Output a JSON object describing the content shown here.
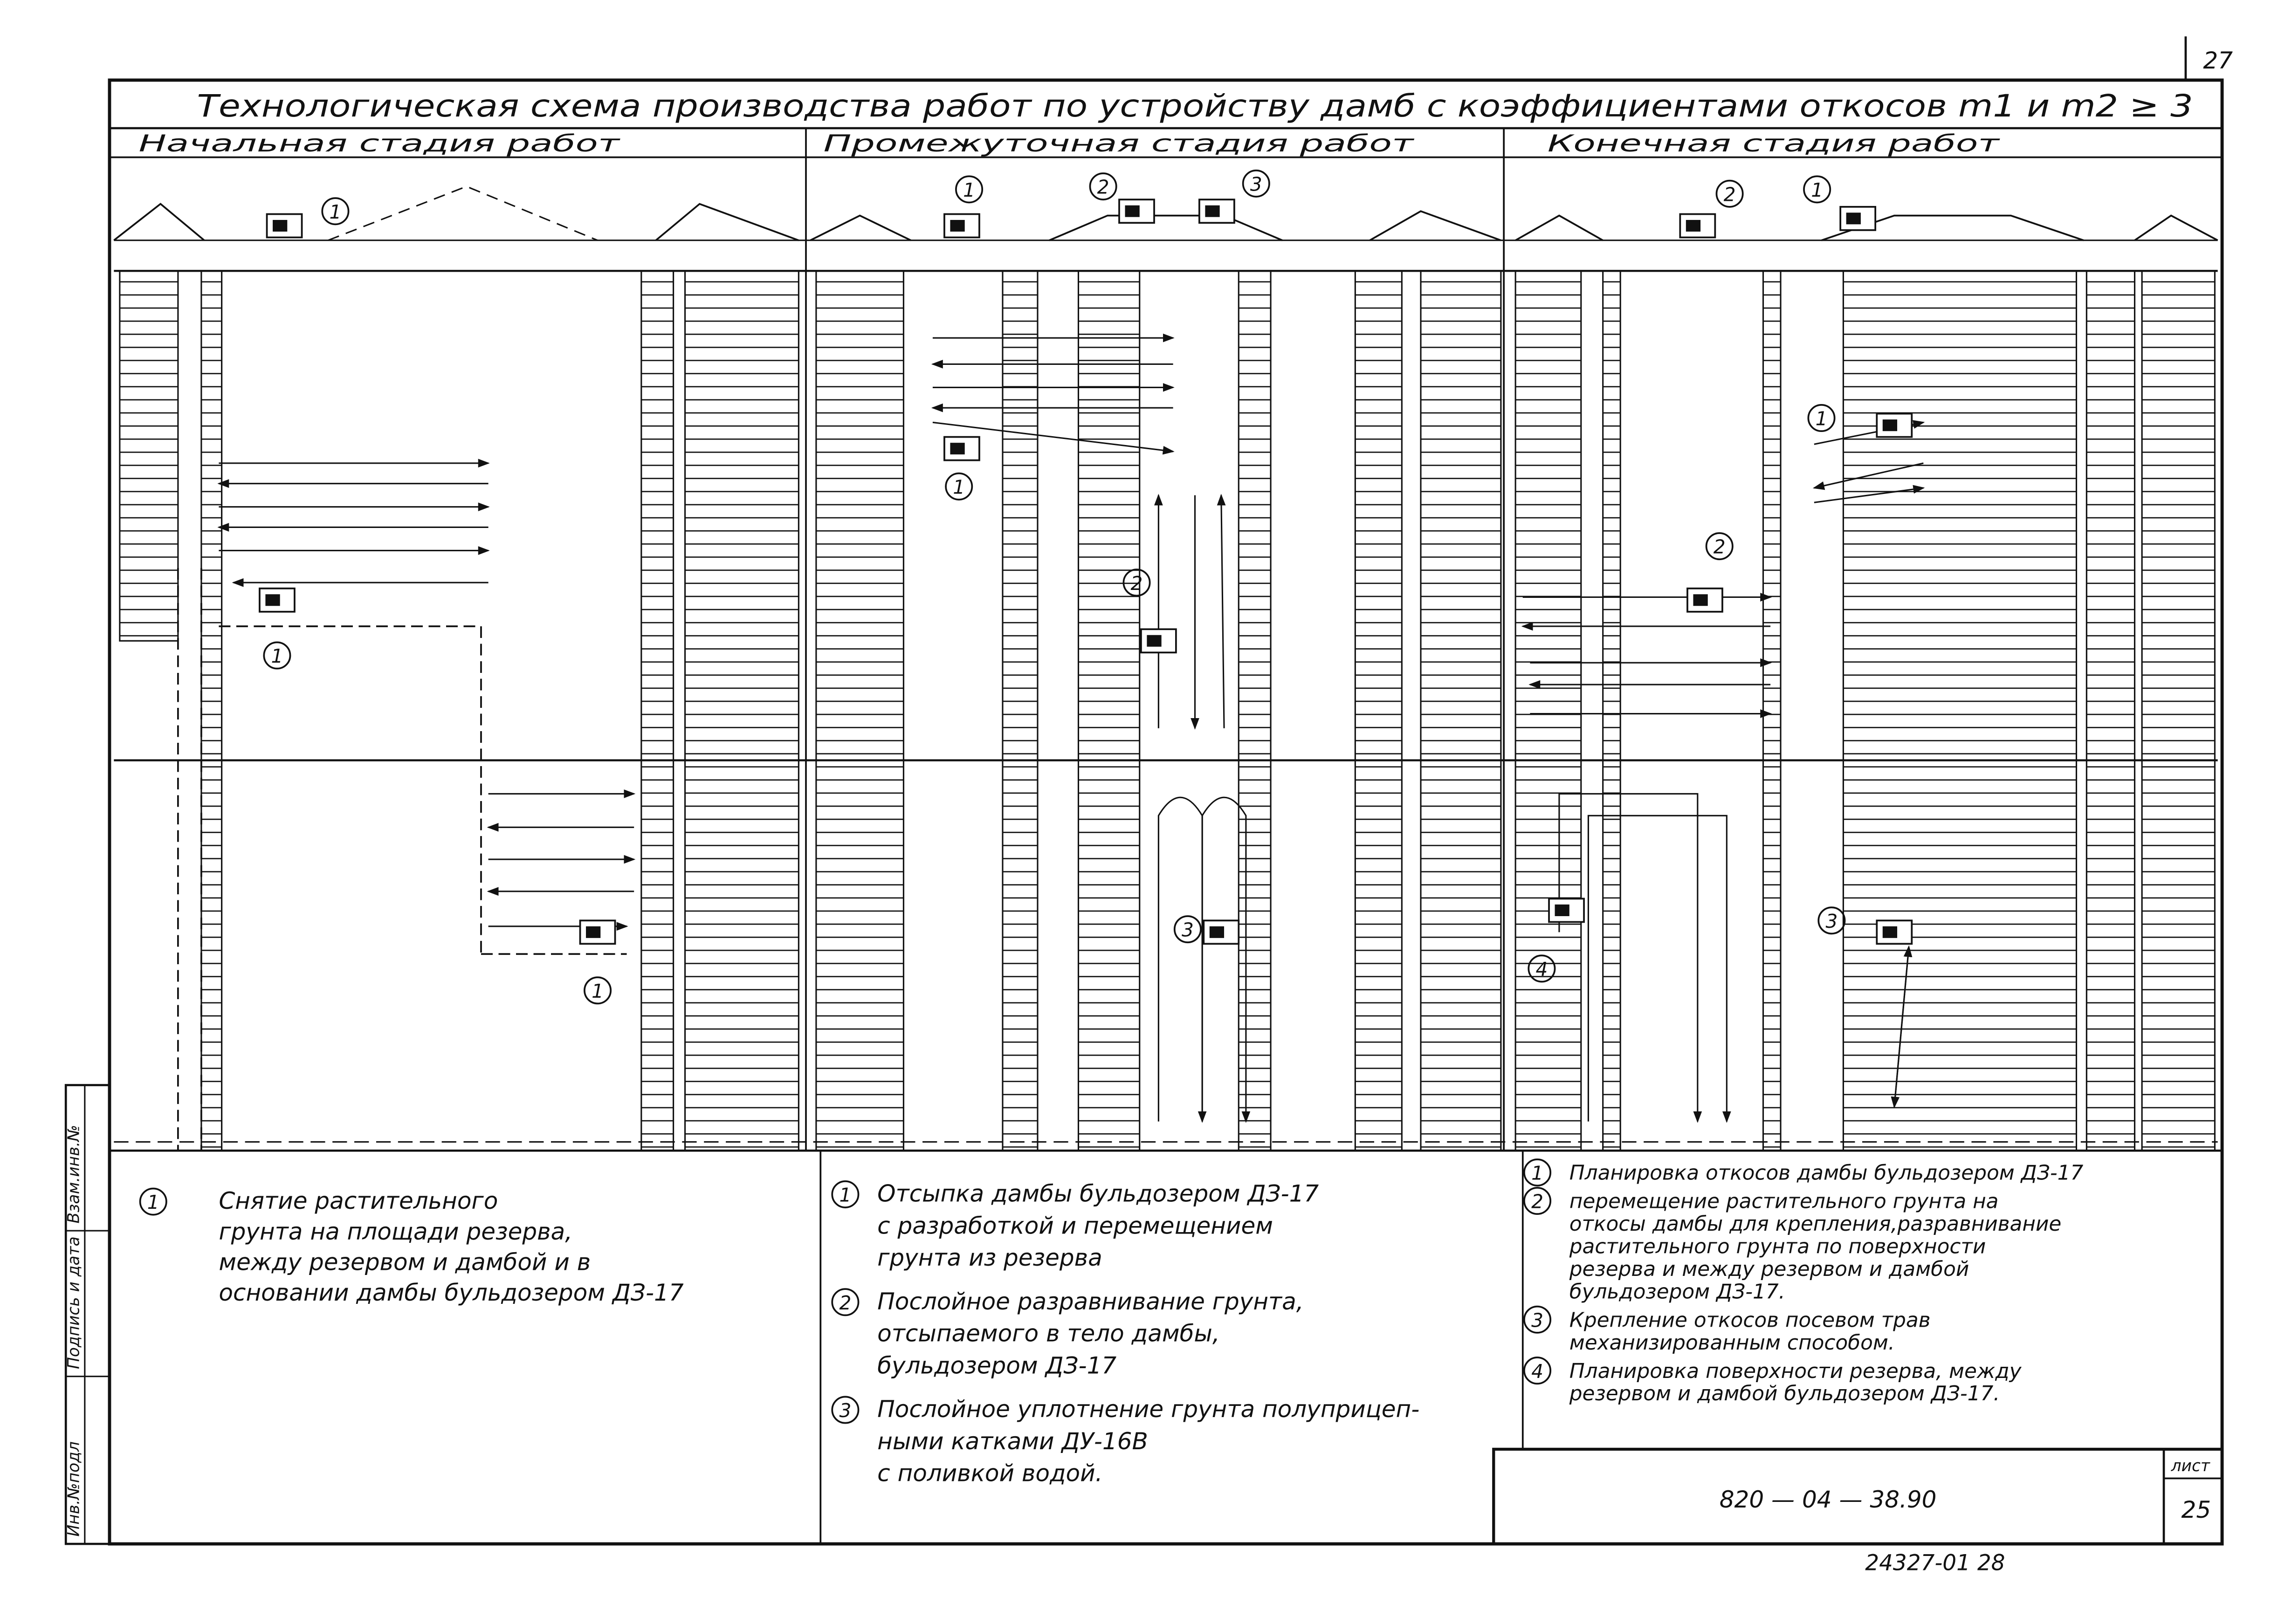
{
  "sheet_corner_number": "27",
  "title": "Технологическая схема производства работ по устройству дамб с коэффициентами откосов m1 и m2 ≥ 3",
  "stages": [
    {
      "label": "Начальная стадия работ"
    },
    {
      "label": "Промежуточная стадия работ"
    },
    {
      "label": "Конечная стадия работ"
    }
  ],
  "markers": {
    "m1": "1",
    "m2": "2",
    "m3": "3",
    "m4": "4"
  },
  "legend": [
    {
      "items": [
        {
          "num": "1",
          "lines": [
            "Снятие растительного",
            "грунта на площади резерва,",
            "между резервом и дамбой и в",
            "основании дамбы бульдозером ДЗ-17"
          ]
        }
      ]
    },
    {
      "items": [
        {
          "num": "1",
          "lines": [
            "Отсыпка дамбы бульдозером ДЗ-17",
            "с разработкой и перемещением",
            "грунта из резерва"
          ]
        },
        {
          "num": "2",
          "lines": [
            "Послойное разравнивание грунта,",
            "отсыпаемого в тело дамбы,",
            "бульдозером ДЗ-17"
          ]
        },
        {
          "num": "3",
          "lines": [
            "Послойное уплотнение грунта полуприцеп-",
            "ными катками ДУ-16В",
            "с поливкой водой."
          ]
        }
      ]
    },
    {
      "items": [
        {
          "num": "1",
          "lines": [
            "Планировка откосов дамбы бульдозером ДЗ-17"
          ]
        },
        {
          "num": "2",
          "lines": [
            "перемещение растительного грунта на",
            "откосы дамбы для крепления,разравнивание",
            "растительного грунта по поверхности",
            "резерва и между резервом и дамбой",
            "бульдозером ДЗ-17."
          ]
        },
        {
          "num": "3",
          "lines": [
            "Крепление откосов посевом трав",
            "механизированным способом."
          ]
        },
        {
          "num": "4",
          "lines": [
            "Планировка поверхности резерва, между",
            "резервом и дамбой бульдозером ДЗ-17."
          ]
        }
      ]
    }
  ],
  "side_stamp": [
    "Инв.№подл",
    "Подпись и дата",
    "Взам.инв.№"
  ],
  "title_block": {
    "code": "820 — 04 — 38.90",
    "sheet_label": "лист",
    "sheet_number": "25"
  },
  "footer_number": "24327-01   28"
}
